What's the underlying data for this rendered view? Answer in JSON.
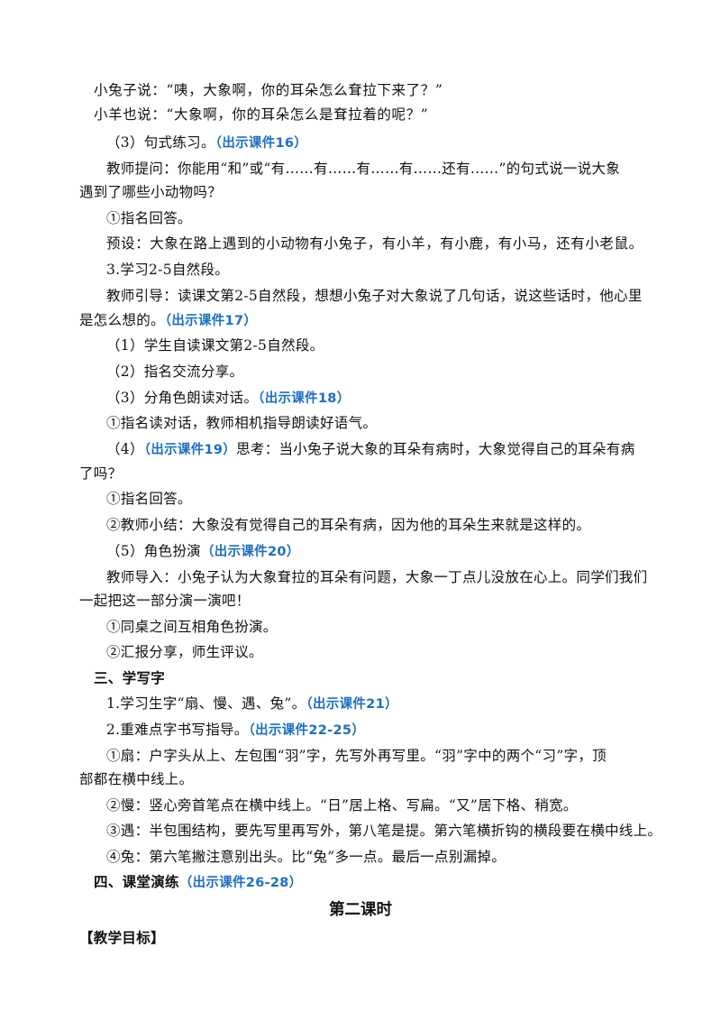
{
  "lines": {
    "l1": "小兔子说：“咦，大象啊，你的耳朵怎么耷拉下来了？”",
    "l2": "小羊也说：“大象啊，你的耳朵怎么是耷拉着的呢？”",
    "l3a": "（3）句式练习。",
    "l3b": "（出示课件16）",
    "l4": "教师提问：你能用“和”或“有……有……有……有……还有……”的句式说一说大象",
    "l5": "遇到了哪些小动物吗？",
    "l6": "①指名回答。",
    "l7": "预设：大象在路上遇到的小动物有小兔子，有小羊，有小鹿，有小马，还有小老鼠。",
    "l8": "3.学习2-5自然段。",
    "l9": "教师引导：读课文第2-5自然段，想想小兔子对大象说了几句话，说这些话时，他心里",
    "l10a": "是怎么想的。",
    "l10b": "（出示课件17）",
    "l11": "（1）学生自读课文第2-5自然段。",
    "l12": "（2）指名交流分享。",
    "l13a": "（3）分角色朗读对话。",
    "l13b": "（出示课件18）",
    "l14": "①指名读对话，教师相机指导朗读好语气。",
    "l15a": "（4）",
    "l15b": "（出示课件19）",
    "l15c": "思考：当小兔子说大象的耳朵有病时，大象觉得自己的耳朵有病",
    "l16": "了吗？",
    "l17": "①指名回答。",
    "l18": "②教师小结：大象没有觉得自己的耳朵有病，因为他的耳朵生来就是这样的。",
    "l19a": "（5）角色扮演",
    "l19b": "（出示课件20）",
    "l20": "教师导入：小兔子认为大象耷拉的耳朵有问题，大象一丁点儿没放在心上。同学们我们",
    "l21": "一起把这一部分演一演吧！",
    "l22": "①同桌之间互相角色扮演。",
    "l23": "②汇报分享，师生评议。",
    "l24": "三、学写字",
    "l25a": "1.学习生字“扇、慢、遇、兔”。",
    "l25b": "（出示课件21）",
    "l26a": "2.重难点字书写指导。",
    "l26b": "（出示课件22-25）",
    "l27": "①扇：户字头从上、左包围“羽”字，先写外再写里。“羽”字中的两个“习”字，顶",
    "l28": "部都在横中线上。",
    "l29": "②慢：竖心旁首笔点在横中线上。“日”居上格、写扁。“又”居下格、稍宽。",
    "l30": "③遇：半包围结构，要先写里再写外，第八笔是提。第六笔横折钩的横段要在横中线上。",
    "l31": "④兔：第六笔撇注意别出头。比“兔”多一点。最后一点别漏掉。",
    "l32a": "四、课堂演练",
    "l32b": "（出示课件26-28）",
    "section_title": "第二课时",
    "l34": "【教学目标】"
  }
}
